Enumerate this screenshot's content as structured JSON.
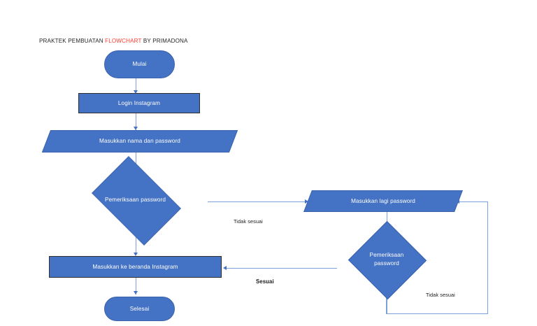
{
  "title": {
    "prefix": "PRAKTEK PEMBUATAN ",
    "highlight": "FLOWCHART",
    "suffix": " BY PRIMADONA",
    "highlight_color": "#ff3b30",
    "text_color": "#262626"
  },
  "palette": {
    "shape_fill": "#4472c4",
    "shape_text": "#ffffff",
    "process_border": "#2f2f2f",
    "connector": "#7ba0dd",
    "arrowhead": "#4472c4",
    "background": "#ffffff"
  },
  "nodes": {
    "start": {
      "label": "Mulai",
      "type": "terminator"
    },
    "login": {
      "label": "Login Instagram",
      "type": "process"
    },
    "input_credentials": {
      "label": "Masukkan nama dan password",
      "type": "data"
    },
    "check_password_1": {
      "label": "Pemeriksaan password",
      "type": "decision"
    },
    "retry_password": {
      "label": "Masukkan lagi password",
      "type": "data"
    },
    "check_password_2": {
      "label": "Pemeriksaan\npassword",
      "type": "decision"
    },
    "home": {
      "label": "Masukkan ke beranda Instagram",
      "type": "process"
    },
    "end": {
      "label": "Selesai",
      "type": "terminator"
    }
  },
  "edges": {
    "not_matching_1": "Tidak sesuai",
    "matching": "Sesuai",
    "not_matching_2": "Tidak sesuai"
  }
}
